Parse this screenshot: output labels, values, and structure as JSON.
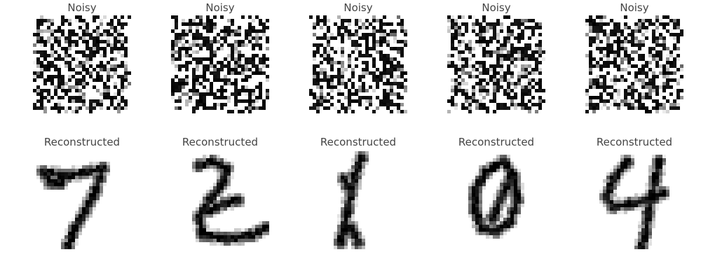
{
  "figure": {
    "noisy_title": "Noisy",
    "reconstructed_title": "Reconstructed",
    "digits": [
      "7",
      "2",
      "1",
      "0",
      "4"
    ],
    "colors": {
      "background": "#ffffff",
      "ink": "#000000",
      "title": "#444444"
    }
  }
}
